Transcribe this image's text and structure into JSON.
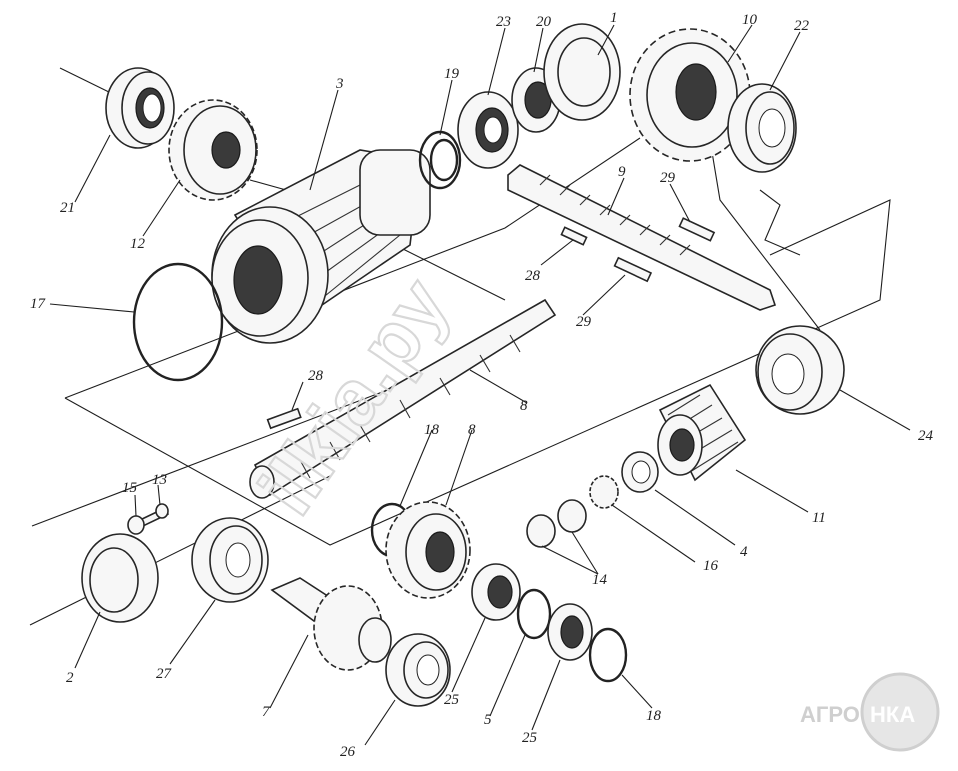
{
  "labels": {
    "l1": "1",
    "l2": "2",
    "l3": "3",
    "l4": "4",
    "l5": "5",
    "l7": "7",
    "l8a": "8",
    "l8b": "8",
    "l9": "9",
    "l10": "10",
    "l11": "11",
    "l12": "12",
    "l13": "13",
    "l14": "14",
    "l15": "15",
    "l16": "16",
    "l17": "17",
    "l18a": "18",
    "l18b": "18",
    "l19": "19",
    "l20": "20",
    "l21": "21",
    "l22": "22",
    "l23": "23",
    "l24": "24",
    "l25a": "25",
    "l25b": "25",
    "l26": "26",
    "l27": "27",
    "l28a": "28",
    "l28b": "28",
    "l29a": "29",
    "l29b": "29"
  },
  "watermark": "ilkia.py",
  "logo": {
    "left": "АГРО",
    "right": "НКА"
  }
}
